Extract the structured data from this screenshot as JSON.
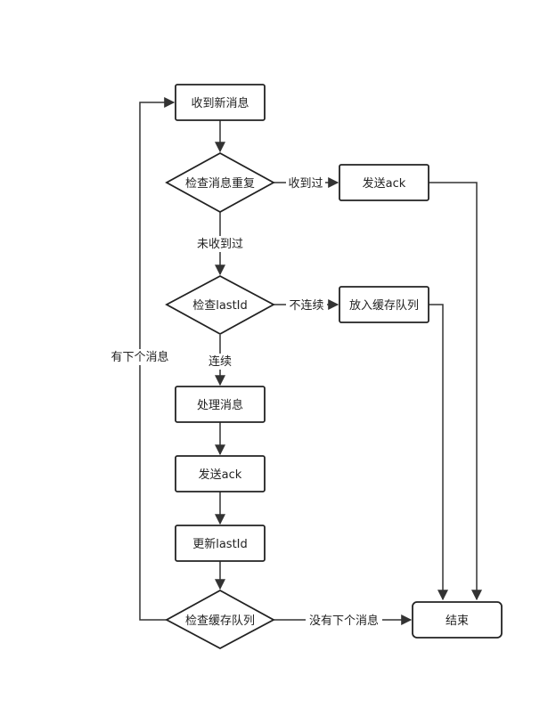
{
  "diagram": {
    "nodes": {
      "receive": "收到新消息",
      "check_dup": "检查消息重复",
      "send_ack_dup": "发送ack",
      "check_lastid": "检查lastId",
      "cache_queue": "放入缓存队列",
      "process": "处理消息",
      "send_ack": "发送ack",
      "update_lastid": "更新lastId",
      "check_cache": "检查缓存队列",
      "end": "结束"
    },
    "edge_labels": {
      "received": "收到过",
      "not_received": "未收到过",
      "not_continuous": "不连续",
      "continuous": "连续",
      "has_next": "有下个消息",
      "no_next": "没有下个消息"
    }
  }
}
